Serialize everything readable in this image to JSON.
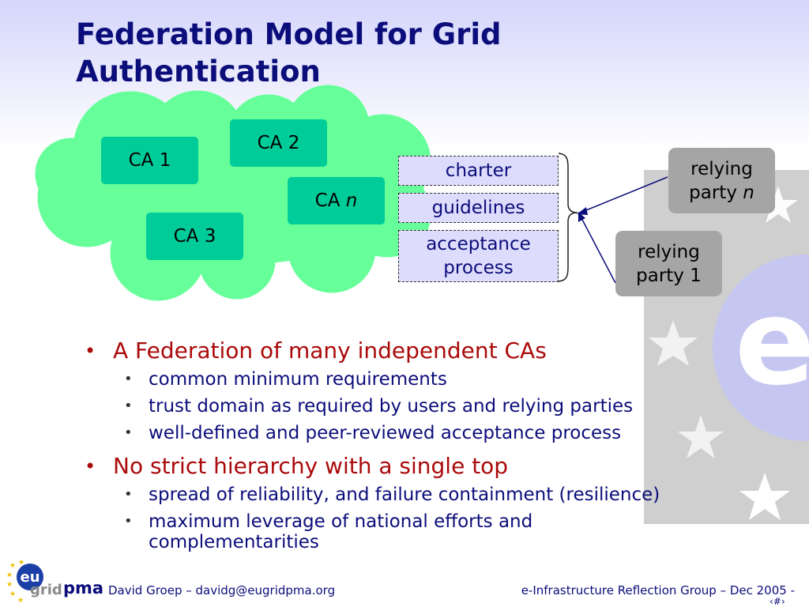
{
  "slide": {
    "title": "Federation Model for Grid Authentication"
  },
  "diagram": {
    "cas": [
      {
        "id": "ca1",
        "prefix": "CA 1",
        "italic": ""
      },
      {
        "id": "ca2",
        "prefix": "CA 2",
        "italic": ""
      },
      {
        "id": "can",
        "prefix": "CA ",
        "italic": "n"
      },
      {
        "id": "ca3",
        "prefix": "CA 3",
        "italic": ""
      }
    ],
    "documents": [
      {
        "id": "charter",
        "lines": [
          "charter"
        ]
      },
      {
        "id": "guidelines",
        "lines": [
          "guidelines"
        ]
      },
      {
        "id": "acceptance",
        "lines": [
          "acceptance",
          "process"
        ]
      }
    ],
    "relying_parties": [
      {
        "id": "rpn",
        "line1": "relying",
        "line2_prefix": "party ",
        "line2_italic": "n"
      },
      {
        "id": "rp1",
        "line1": "relying",
        "line2_prefix": "party 1",
        "line2_italic": ""
      }
    ]
  },
  "bullets": [
    {
      "text": "A Federation of many independent CAs",
      "sub": [
        "common minimum requirements",
        "trust domain as required by users and relying parties",
        "well-defined and peer-reviewed acceptance process"
      ]
    },
    {
      "text": "No strict hierarchy with a single top",
      "sub": [
        "spread of reliability, and failure containment (resilience)",
        "maximum leverage of national efforts and complementarities"
      ]
    }
  ],
  "logo": {
    "eu": "eu",
    "grid": "grid",
    "pma": "pma"
  },
  "footer": {
    "left": "David Groep – davidg@eugridpma.org",
    "right": "e-Infrastructure Reflection Group – Dec 2005 -",
    "page": "‹#›"
  },
  "colors": {
    "title": "#0b0d7a",
    "level1": "#aa0a0a",
    "level2": "#0b0d7a",
    "cloud": "#66ff99",
    "ca_box": "#00cc99",
    "relying_party_box": "#a5a5a5",
    "document_box": "#dedcfc"
  },
  "icons": {
    "background": "europe-stars-e-emblem"
  }
}
